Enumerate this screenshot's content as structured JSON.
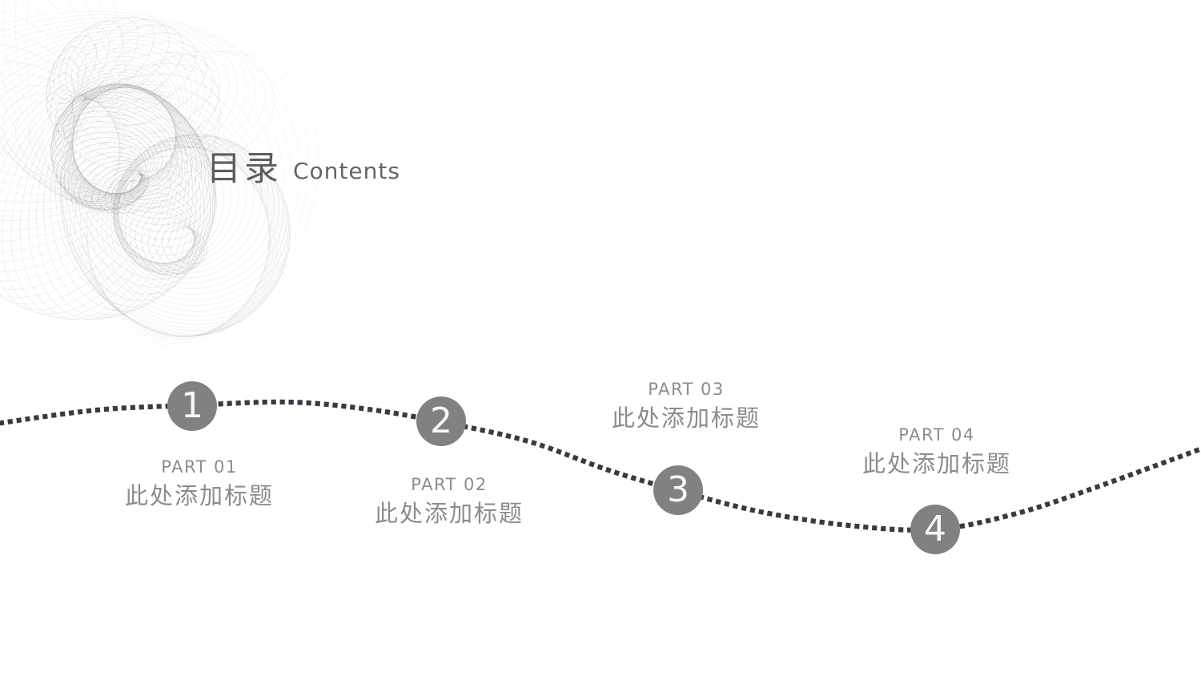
{
  "slide": {
    "title_cn": "目录",
    "title_en": "Contents",
    "parts": [
      {
        "number": "1",
        "part_label": "PART 01",
        "title": "此处添加标题"
      },
      {
        "number": "2",
        "part_label": "PART 02",
        "title": "此处添加标题"
      },
      {
        "number": "3",
        "part_label": "PART 03",
        "title": "此处添加标题"
      },
      {
        "number": "4",
        "part_label": "PART 04",
        "title": "此处添加标题"
      }
    ],
    "colors": {
      "circle_fill": "#818181",
      "circle_number": "#f7f7f7",
      "dotted_line": "#3a3a46",
      "title_cn": "#5d5d5d",
      "title_en": "#646464",
      "part_text": "#8c8c8c",
      "background": "#ffffff"
    }
  }
}
